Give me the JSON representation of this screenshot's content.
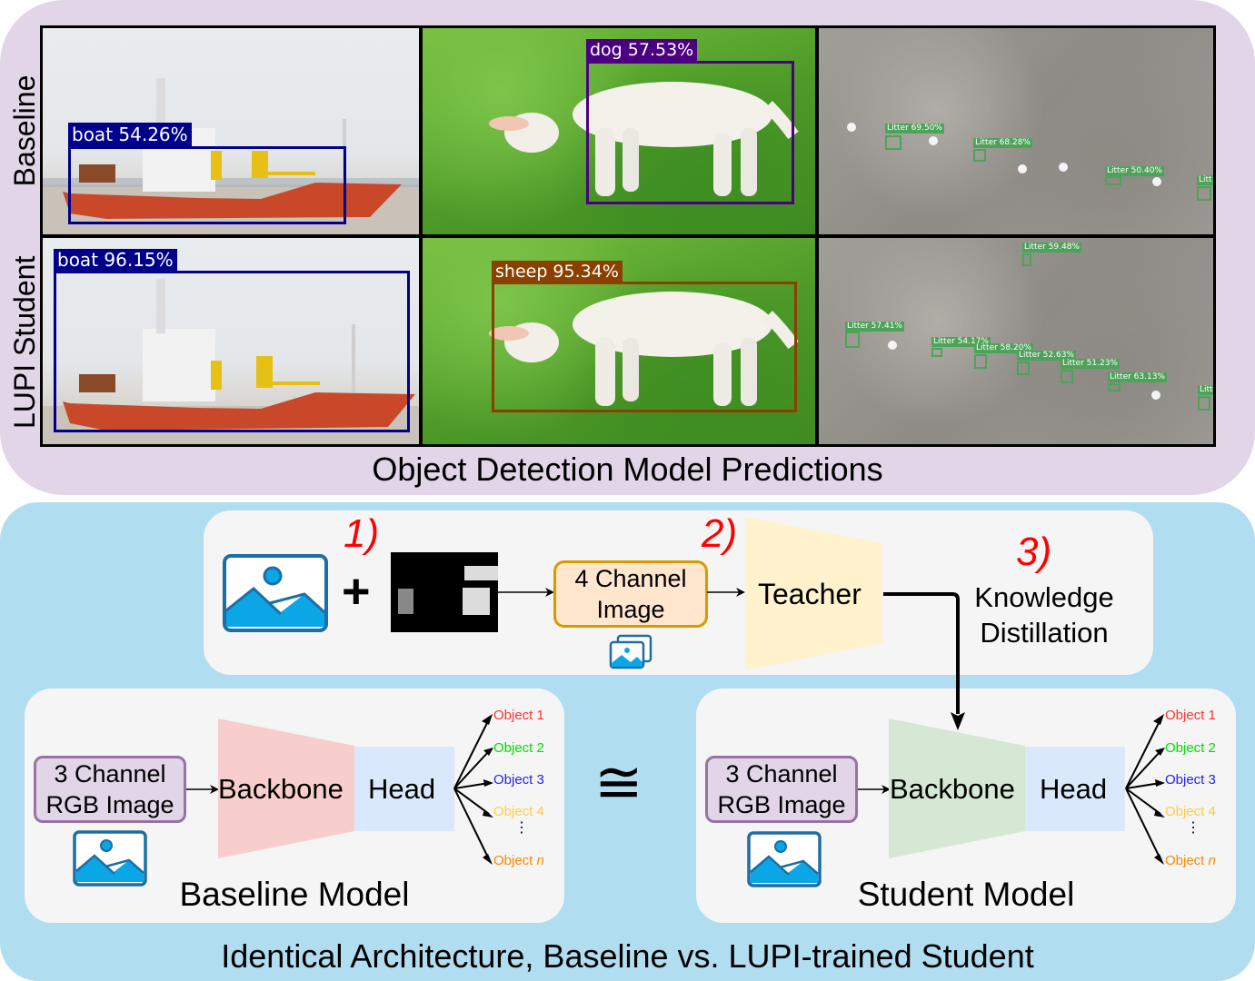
{
  "top_section": {
    "caption": "Object Detection Model Predictions",
    "row_labels": [
      "Baseline",
      "LUPI Student"
    ],
    "baseline": {
      "boat": {
        "label": "boat 54.26%",
        "color": "#00008b"
      },
      "animal": {
        "label": "dog 57.53%",
        "color": "#4b0082"
      },
      "litter": [
        "Litter 69.50%",
        "Litter 68.28%",
        "Litter 50.40%",
        "Litt"
      ]
    },
    "student": {
      "boat": {
        "label": "boat 96.15%",
        "color": "#00008b"
      },
      "animal": {
        "label": "sheep 95.34%",
        "color": "#8b4000"
      },
      "litter": [
        "Litter 59.48%",
        "Litter 57.41%",
        "Litter 54.17%",
        "Litter 58.20%",
        "Litter 52.63%",
        "Litter 51.23%",
        "Litter 63.13%",
        "Litt"
      ]
    },
    "litter_color": "#4ea35a"
  },
  "bottom_section": {
    "caption": "Identical Architecture, Baseline vs. LUPI-trained Student",
    "steps": [
      "1)",
      "2)",
      "3)"
    ],
    "plus": "+",
    "four_channel": [
      "4 Channel",
      "Image"
    ],
    "teacher": "Teacher",
    "kd": [
      "Knowledge",
      "Distillation"
    ],
    "congruent": "≅",
    "baseline_model": {
      "title": "Baseline Model",
      "input": [
        "3 Channel",
        "RGB Image"
      ],
      "backbone": "Backbone",
      "head": "Head"
    },
    "student_model": {
      "title": "Student Model",
      "input": [
        "3 Channel",
        "RGB Image"
      ],
      "backbone": "Backbone",
      "head": "Head"
    },
    "objects": [
      {
        "label": "Object 1",
        "color": "#ff3333"
      },
      {
        "label": "Object 2",
        "color": "#00dd00"
      },
      {
        "label": "Object 3",
        "color": "#2222ee"
      },
      {
        "label": "Object 4",
        "color": "#ffcc44"
      },
      {
        "label": "Object ",
        "suffix": "n",
        "color": "#ff8800"
      }
    ],
    "ellipsis": "⋮",
    "colors": {
      "teacher": "#fff2cc",
      "baseline_backbone": "#f8cecc",
      "student_backbone": "#d5e8d4",
      "head": "#dae8fc",
      "four_channel_fill": "#ffe6cc",
      "four_channel_border": "#d79b00"
    }
  }
}
